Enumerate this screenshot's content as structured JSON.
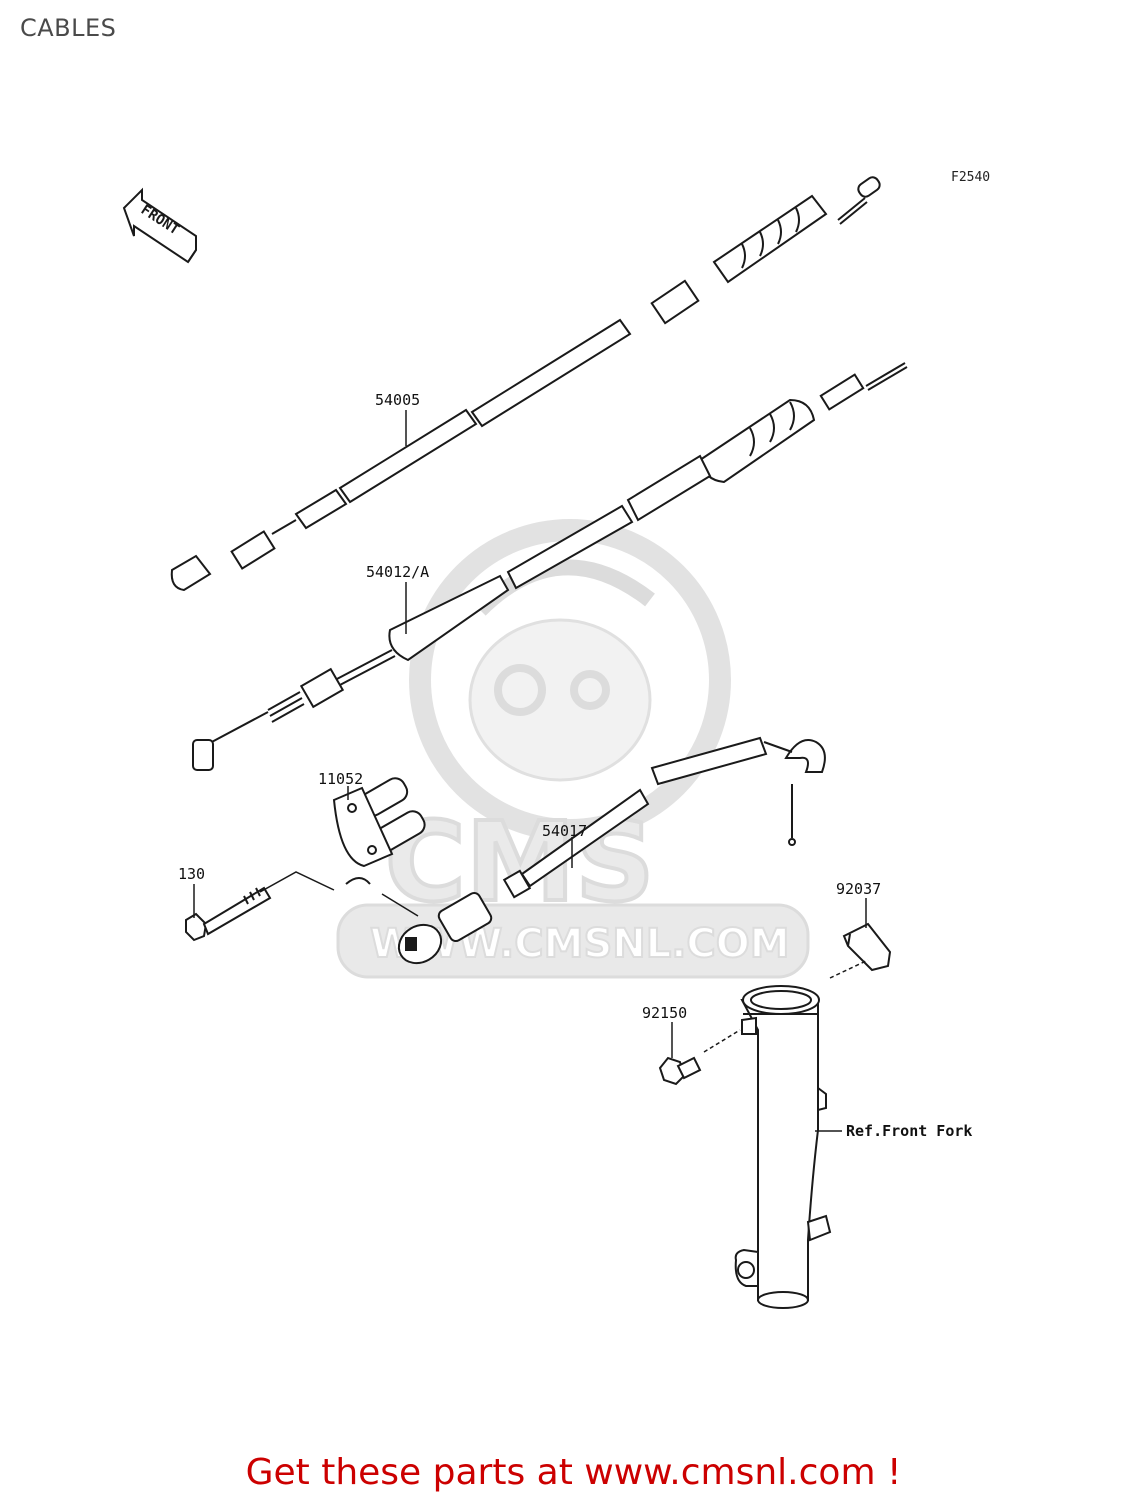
{
  "header": {
    "title": "CABLES"
  },
  "figure": {
    "code": "F2540"
  },
  "orientation_badge": {
    "label": "FRONT"
  },
  "watermark": {
    "brand": "CMS",
    "url": "WWW.CMSNL.COM"
  },
  "parts": [
    {
      "number": "54005"
    },
    {
      "number": "54012/A"
    },
    {
      "number": "11052"
    },
    {
      "number": "54017"
    },
    {
      "number": "130"
    },
    {
      "number": "92037"
    },
    {
      "number": "92150"
    }
  ],
  "reference": {
    "label": "Ref.Front Fork"
  },
  "footer": {
    "cta_text": "Get these parts at www.cmsnl.com !"
  },
  "colors": {
    "cta": "#cc0000",
    "line": "#1a1a1a",
    "watermark": "#e6e6e6"
  }
}
